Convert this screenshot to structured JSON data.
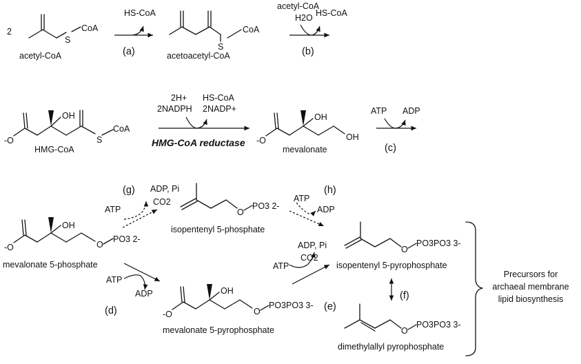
{
  "diagram": {
    "coefficient": "2",
    "compounds": {
      "acetyl_coa": "acetyl-CoA",
      "acetoacetyl_coa": "acetoacetyl-CoA",
      "hmg_coa": "HMG-CoA",
      "mevalonate": "mevalonate",
      "mevalonate_5_phosphate": "mevalonate 5-phosphate",
      "mevalonate_5_pyrophosphate": "mevalonate 5-pyrophosphate",
      "isopentenyl_5_phosphate": "isopentenyl 5-phosphate",
      "isopentenyl_5_pyrophosphate": "isopentenyl 5-pyrophosphate",
      "dimethylallyl_pyrophosphate": "dimethylallyl pyrophosphate"
    },
    "atoms": {
      "s": "S",
      "coa": "CoA",
      "o": "O",
      "o_minus": "-O",
      "oh": "OH",
      "phosphate": "PO3 2-",
      "pyrophosphate": "PO3PO3 3-"
    },
    "cofactors": {
      "hs_coa": "HS-CoA",
      "acetyl_coa": "acetyl-CoA",
      "h2o": "H2O",
      "two_h_plus": "2H+",
      "two_nadph": "2NADPH",
      "two_nadp_plus": "2NADP+",
      "atp": "ATP",
      "adp": "ADP",
      "adp_pi": "ADP, Pi",
      "co2": "CO2"
    },
    "steps": [
      "(a)",
      "(b)",
      "(c)",
      "(d)",
      "(e)",
      "(f)",
      "(g)",
      "(h)"
    ],
    "enzyme": "HMG-CoA reductase",
    "bracket_label": [
      "Precursors for",
      "archaeal membrane",
      "lipid biosynthesis"
    ]
  }
}
